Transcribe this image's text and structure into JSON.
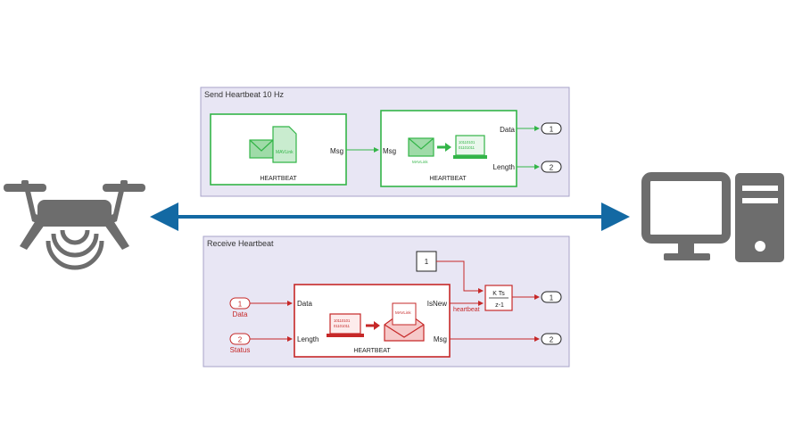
{
  "send_panel": {
    "title": "Send Heartbeat 10 Hz",
    "block1": {
      "label": "HEARTBEAT",
      "out_port": "Msg",
      "icon_text": "MAVLink"
    },
    "block2": {
      "label": "HEARTBEAT",
      "in_port": "Msg",
      "out_port_1": "Data",
      "out_port_2": "Length",
      "icon_text": "MAVLink",
      "binary_1": "10110101",
      "binary_2": "01101011"
    },
    "outport_1": "1",
    "outport_2": "2"
  },
  "receive_panel": {
    "title": "Receive Heartbeat",
    "constant": "1",
    "inport_1": {
      "number": "1",
      "name": "Data"
    },
    "inport_2": {
      "number": "2",
      "name": "Status"
    },
    "block": {
      "label": "HEARTBEAT",
      "in_port_1": "Data",
      "in_port_2": "Length",
      "out_port_1": "IsNew",
      "out_port_2": "Msg",
      "icon_text": "MAVLink",
      "binary_1": "10110101",
      "binary_2": "01101011"
    },
    "integrator": {
      "numerator": "K Ts",
      "denominator": "z-1"
    },
    "signal_label": "heartbeat",
    "outport_1": "1",
    "outport_2": "2"
  },
  "colors": {
    "panel_fill": "#e8e6f4",
    "panel_border": "#a7a3c9",
    "send_green": "#33b548",
    "receive_red": "#c62828",
    "link_blue": "#1369a3",
    "icon_gray": "#6d6d6d"
  },
  "icons": {
    "left": "drone-icon",
    "right": "desktop-computer-icon"
  }
}
